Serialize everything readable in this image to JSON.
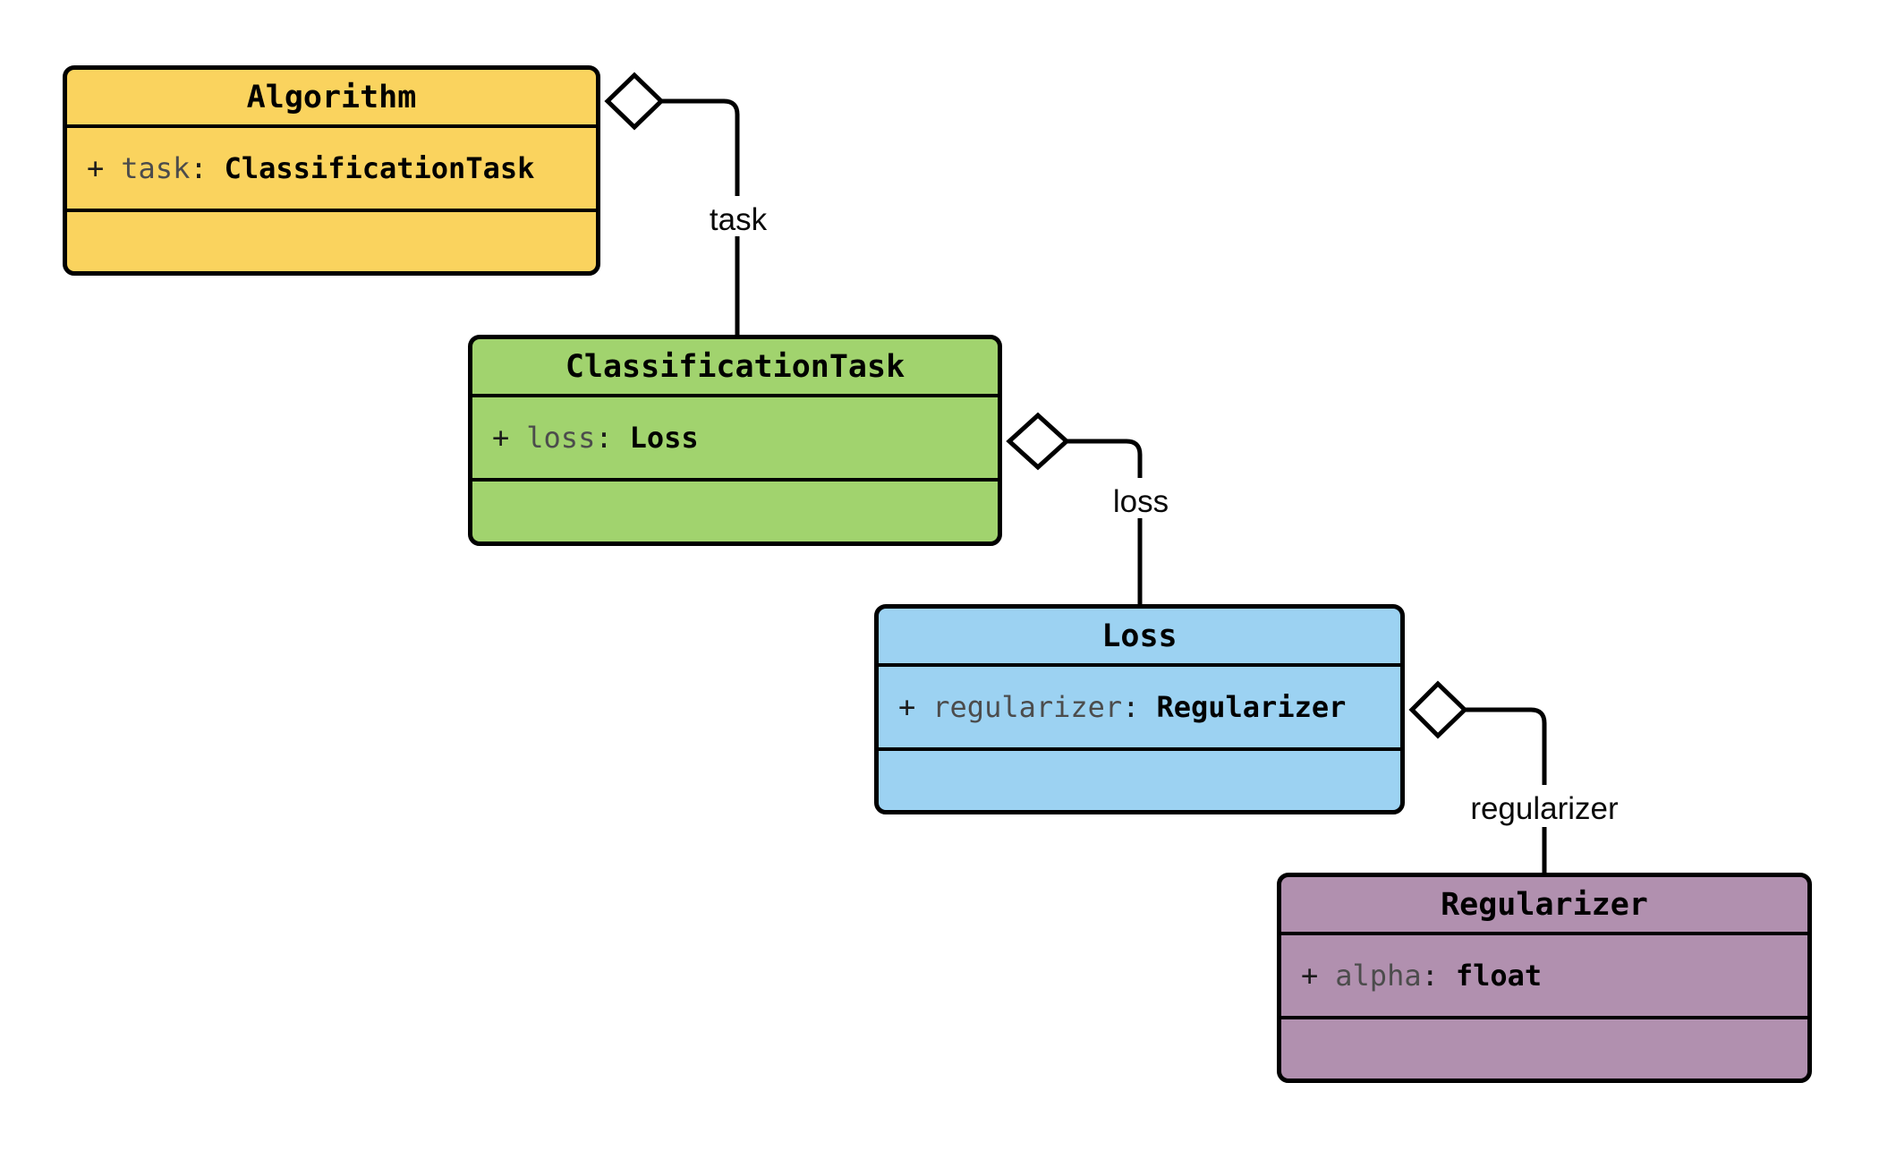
{
  "diagram": {
    "background": "#ffffff",
    "stroke_color": "#000000",
    "attr_name_color": "#4c4c4c",
    "attr_punct_color": "#1b1b1b",
    "edge_label_color": "#0a0a0a",
    "classes": [
      {
        "name": "Algorithm",
        "fill": "#FAD35E",
        "attribute": {
          "visibility": "+",
          "name": "task",
          "colon": ":",
          "type": "ClassificationTask"
        }
      },
      {
        "name": "ClassificationTask",
        "fill": "#A1D36E",
        "attribute": {
          "visibility": "+",
          "name": "loss",
          "colon": ":",
          "type": "Loss"
        }
      },
      {
        "name": "Loss",
        "fill": "#9CD2F2",
        "attribute": {
          "visibility": "+",
          "name": "regularizer",
          "colon": ":",
          "type": "Regularizer"
        }
      },
      {
        "name": "Regularizer",
        "fill": "#B190AF",
        "attribute": {
          "visibility": "+",
          "name": "alpha",
          "colon": ":",
          "type": "float"
        }
      }
    ],
    "edges": [
      {
        "label": "task",
        "from": "Algorithm",
        "to": "ClassificationTask",
        "kind": "aggregation"
      },
      {
        "label": "loss",
        "from": "ClassificationTask",
        "to": "Loss",
        "kind": "aggregation"
      },
      {
        "label": "regularizer",
        "from": "Loss",
        "to": "Regularizer",
        "kind": "aggregation"
      }
    ]
  }
}
